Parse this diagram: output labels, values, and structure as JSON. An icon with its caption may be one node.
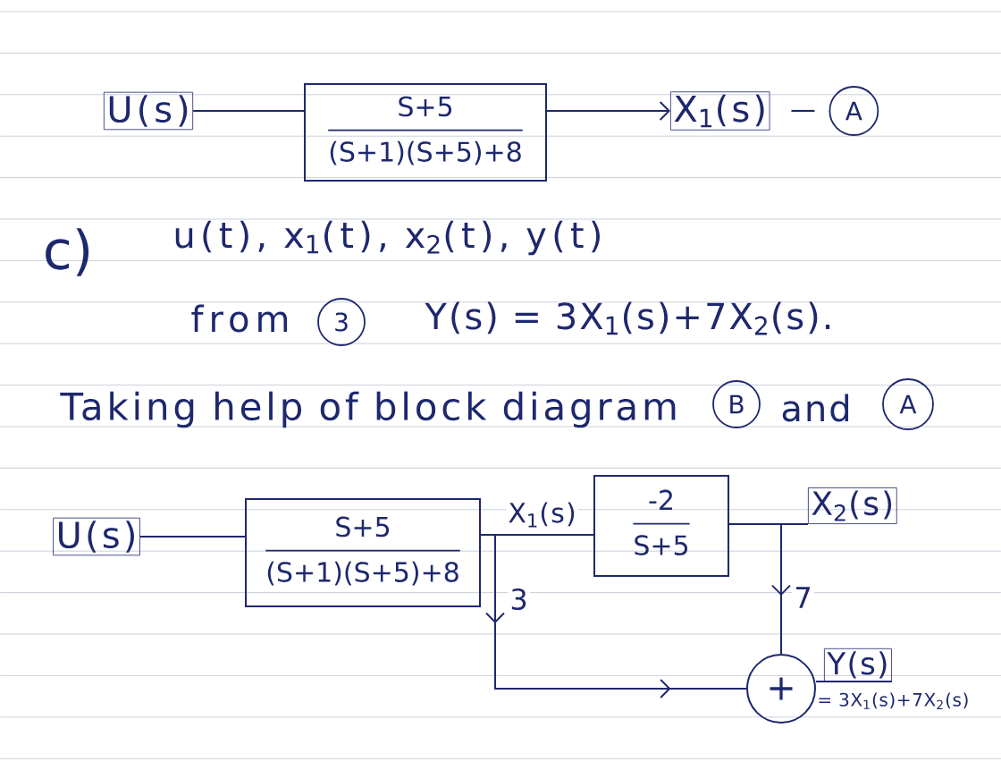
{
  "diagram": {
    "nodes": [
      {
        "text": [
          "U(s)"
        ]
      },
      {
        "text": [
          "S+5",
          "(S+1)(S+5)+8"
        ]
      },
      {
        "text": [
          "X$_{1}$(s)"
        ]
      },
      {
        "text": [
          "U(s)"
        ]
      },
      {
        "text": [
          "S+5",
          "(S+1)(S+5)+8"
        ]
      },
      {
        "text": [
          "-2",
          "S+5"
        ]
      },
      {
        "text": [
          "X$_{2}$(s)"
        ]
      },
      {
        "text": [
          "+"
        ]
      },
      {
        "text": [
          "Y(s)"
        ],
        "beside": [
          "= 3X$_{1}$(s)+7X$_{2}$(s)"
        ]
      }
    ],
    "edges": [
      {
        "from": 0,
        "to": 1,
        "arrow": "none"
      },
      {
        "from": 1,
        "to": 2,
        "arrow": "to"
      },
      {
        "from": 3,
        "to": 4,
        "arrow": "none"
      },
      {
        "from": 4,
        "to": 5,
        "arrow": "none",
        "label": "X$_{1}$(s)"
      },
      {
        "from": 5,
        "to": 6,
        "arrow": "none"
      },
      {
        "from": 4,
        "to": 7,
        "arrow": "to",
        "label": "3"
      },
      {
        "from": 5,
        "to": 7,
        "arrow": "to",
        "label": "7"
      },
      {
        "from": 7,
        "to": 8,
        "arrow": "none"
      }
    ],
    "labels": [
      "A",
      "c)",
      "u(t), x$_{1}$(t), x$_{2}$(t), y(t)",
      "from",
      "3",
      "Y(s) = 3X$_{1}$(s)+7X$_{2}$(s).",
      "Taking help of block diagram",
      "B",
      "and",
      "A"
    ]
  }
}
